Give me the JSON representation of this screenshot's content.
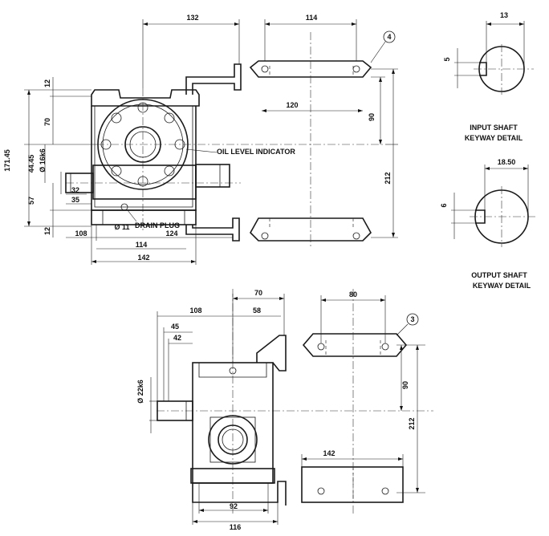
{
  "colors": {
    "ink": "#1a1a1a",
    "paper": "#ffffff"
  },
  "labels": {
    "oil_level": "OIL LEVEL INDICATOR",
    "drain_plug": "DRAIN PLUG",
    "input_keyway_1": "INPUT SHAFT",
    "input_keyway_2": "KEYWAY DETAIL",
    "output_keyway_1": "OUTPUT SHAFT",
    "output_keyway_2": "KEYWAY DETAIL",
    "balloon_top": "4",
    "balloon_bottom": "3"
  },
  "dims_top": {
    "d132": "132",
    "d114_top": "114",
    "d120": "120",
    "d90": "90",
    "d212": "212",
    "d12_top": "12",
    "d70": "70",
    "d171": "171.45",
    "d44": "44.45",
    "d16": "Ø 16k6",
    "d57": "57",
    "d12_bot": "12",
    "d32": "32",
    "d35": "35",
    "d11": "Ø 11",
    "d108": "108",
    "d124": "124",
    "d114_bot": "114",
    "d142": "142"
  },
  "dims_key": {
    "k13": "13",
    "k5": "5",
    "k1850": "18.50",
    "k6": "6"
  },
  "dims_bottom": {
    "b70": "70",
    "b108": "108",
    "b58": "58",
    "b45": "45",
    "b42": "42",
    "b22": "Ø 22k6",
    "b80": "80",
    "b90": "90",
    "b212": "212",
    "b142": "142",
    "b92": "92",
    "b116": "116"
  }
}
